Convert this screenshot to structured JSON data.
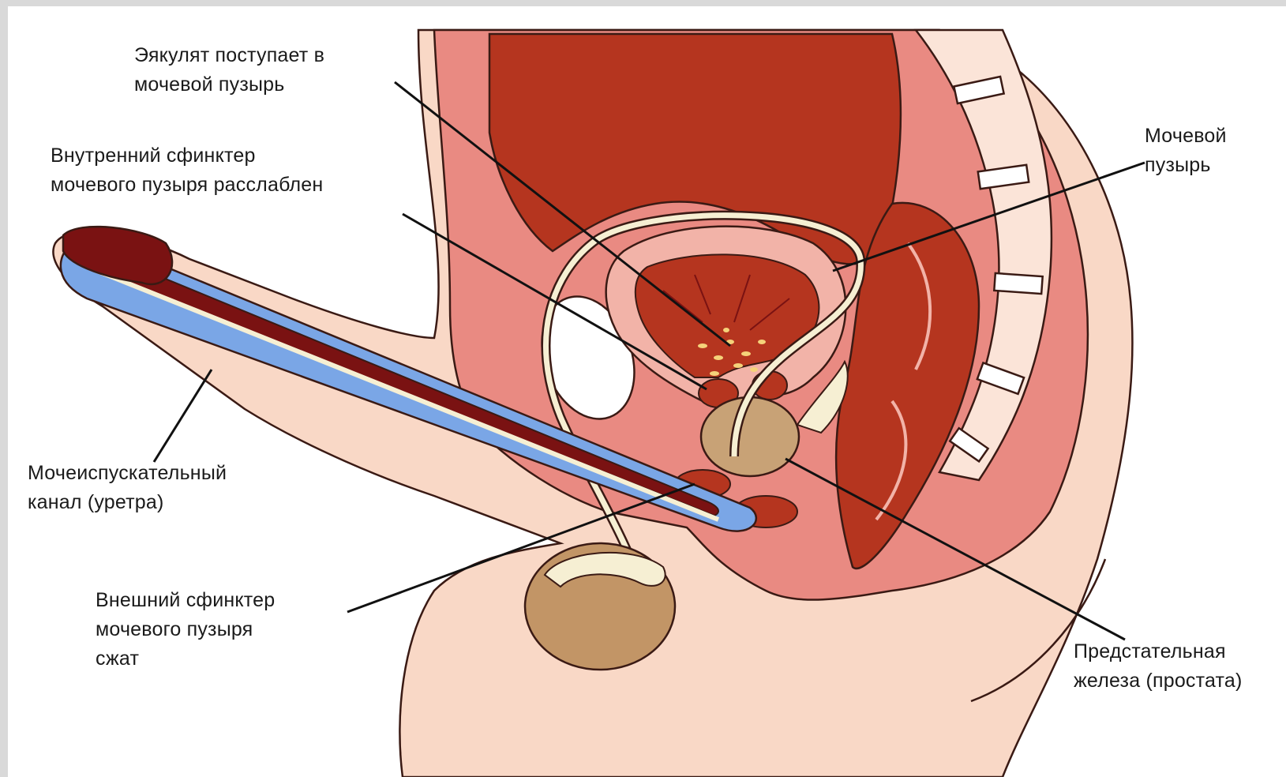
{
  "diagram": {
    "labels": {
      "ejaculate": [
        "Эякулят поступает в",
        "мочевой пузырь"
      ],
      "inner_sphincter": [
        "Внутренний сфинктер",
        "мочевого пузыря расслаблен"
      ],
      "bladder": [
        "Мочевой",
        "пузырь"
      ],
      "urethra": [
        "Мочеиспускательный",
        "канал (уретра)"
      ],
      "outer_sphincter": [
        "Внешний сфинктер",
        "мочевого пузыря",
        "сжат"
      ],
      "prostate": [
        "Предстательная",
        "железа (простата)"
      ]
    },
    "colors": {
      "background": "#ffffff",
      "frame": "#d9d9d9",
      "skin": "#f9d8c6",
      "tissue_pink": "#e98a82",
      "tissue_light": "#f2b3a8",
      "dark_red": "#b5351f",
      "deep_red": "#7a1212",
      "urethra_blue": "#7aa6e6",
      "cream": "#f6efd3",
      "prostate_tan": "#c8a276",
      "testis_tan": "#c29566",
      "outline": "#3a1a14",
      "leader_line": "#111111"
    }
  }
}
